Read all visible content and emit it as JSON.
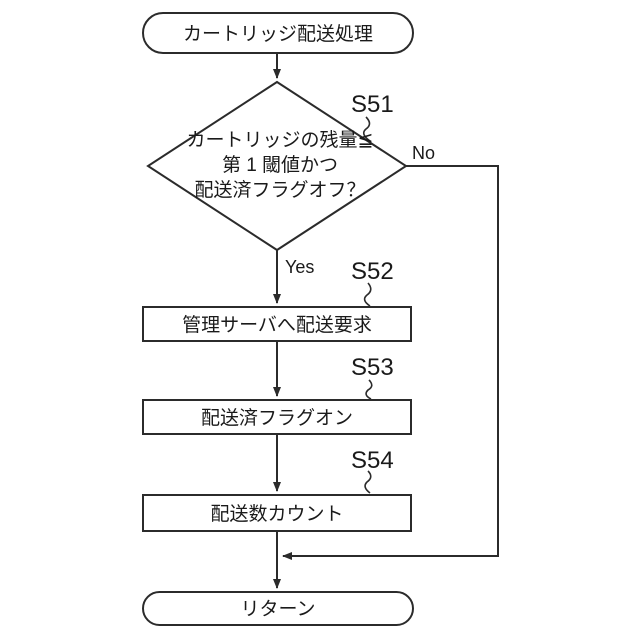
{
  "flowchart": {
    "title_note": "",
    "start": {
      "label": "カートリッジ配送処理"
    },
    "decision": {
      "step_id": "S51",
      "line1": "カートリッジの残量≦",
      "line2": "第 1 閾値かつ",
      "line3": "配送済フラグオフ？",
      "yes_label": "Yes",
      "no_label": "No"
    },
    "steps": [
      {
        "step_id": "S52",
        "label": "管理サーバへ配送要求"
      },
      {
        "step_id": "S53",
        "label": "配送済フラグオン"
      },
      {
        "step_id": "S54",
        "label": "配送数カウント"
      }
    ],
    "end": {
      "label": "リターン"
    }
  },
  "colors": {
    "background": "#ffffff",
    "line": "#2b2b2b",
    "text": "#1a1a1a"
  }
}
